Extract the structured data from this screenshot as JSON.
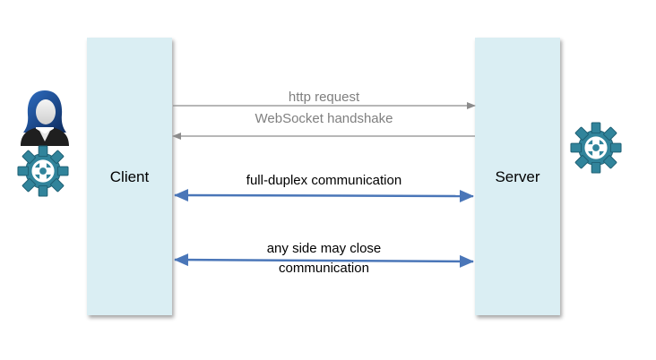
{
  "client": {
    "label": "Client"
  },
  "server": {
    "label": "Server"
  },
  "messages": [
    {
      "text": "http request",
      "direction": "client-to-server",
      "style": "thin-gray"
    },
    {
      "text": "WebSocket handshake",
      "direction": "server-to-client",
      "style": "thin-gray"
    },
    {
      "text": "full-duplex communication",
      "direction": "bidirectional",
      "style": "thick-blue"
    },
    {
      "text_line1": "any side may close",
      "text_line2": "communication",
      "direction": "bidirectional",
      "style": "thick-blue"
    }
  ],
  "colors": {
    "lane_fill": "#daeef3",
    "thin_arrow": "#8c8c8c",
    "thick_arrow": "#4a76b8",
    "gear": "#31849b",
    "user_hair": "#1a3e7a"
  },
  "icons": [
    "user-icon",
    "gear-icon",
    "gear-icon"
  ]
}
